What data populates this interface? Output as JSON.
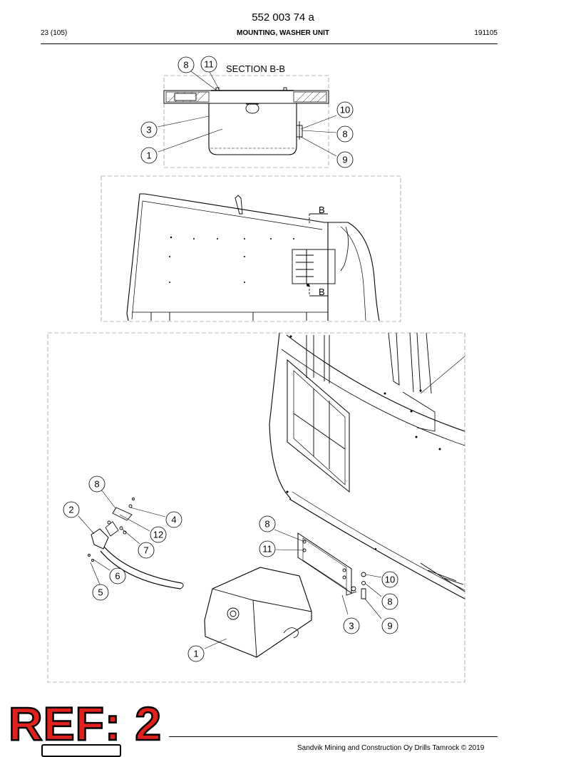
{
  "header": {
    "doc_number": "552 003 74 a",
    "page": "23 (105)",
    "title": "MOUNTING, WASHER UNIT",
    "date": "191105"
  },
  "section": {
    "title": "SECTION B-B",
    "marker_top": "B",
    "marker_bottom": "B"
  },
  "callouts": {
    "section": [
      "8",
      "11",
      "3",
      "1",
      "10",
      "8",
      "9"
    ],
    "exploded": [
      "8",
      "2",
      "4",
      "12",
      "7",
      "6",
      "5",
      "8",
      "11",
      "10",
      "8",
      "3",
      "9",
      "1"
    ]
  },
  "footer": {
    "copyright": "Sandvik Mining and Construction Oy Drills Tamrock © 2019"
  },
  "stamp": {
    "text": "REF: 2",
    "color": "#e0211d"
  }
}
